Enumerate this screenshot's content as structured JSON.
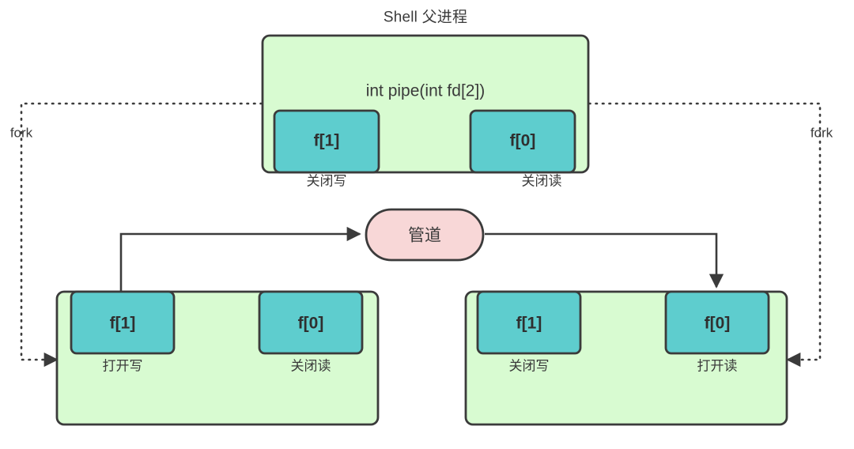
{
  "diagram": {
    "title": "Shell 父进程",
    "parent": {
      "api_label": "int pipe(int fd[2])",
      "fds": [
        {
          "name": "f[1]",
          "caption": "关闭写"
        },
        {
          "name": "f[0]",
          "caption": "关闭读"
        }
      ]
    },
    "pipe": {
      "label": "管道",
      "fill": "#f8d7d7",
      "stroke": "#3b3b3b"
    },
    "fork_labels": {
      "left": "fork",
      "right": "fork"
    },
    "children": [
      {
        "side": "left",
        "fds": [
          {
            "name": "f[1]",
            "caption": "打开写"
          },
          {
            "name": "f[0]",
            "caption": "关闭读"
          }
        ]
      },
      {
        "side": "right",
        "fds": [
          {
            "name": "f[1]",
            "caption": "关闭写"
          },
          {
            "name": "f[0]",
            "caption": "打开读"
          }
        ]
      }
    ],
    "colors": {
      "process_fill": "#d8fbd1",
      "fd_fill": "#5ecdce",
      "pipe_fill": "#f8d7d7",
      "stroke": "#3b3b3b",
      "text": "#3a3a3a",
      "background": "#ffffff"
    }
  }
}
